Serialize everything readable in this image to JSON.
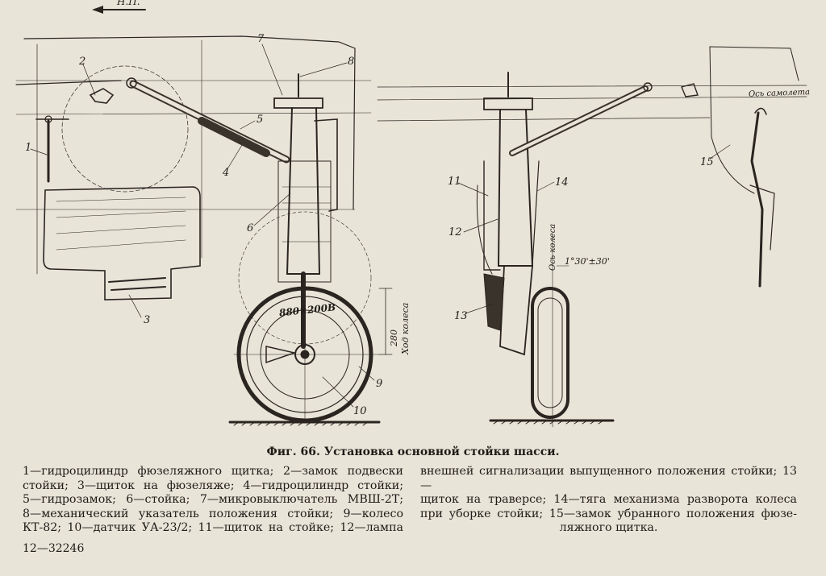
{
  "figure": {
    "direction_label": "Н.П.",
    "caption": "Фиг. 66. Установка основной стойки шасси.",
    "callouts": [
      "1",
      "2",
      "3",
      "4",
      "5",
      "6",
      "7",
      "8",
      "9",
      "10",
      "11",
      "12",
      "13",
      "14",
      "15"
    ],
    "wheel_marking": "880×200В",
    "stroke_dimension": "280",
    "stroke_label": "Ход колеса",
    "wheel_axis_label": "Ось колеса",
    "tilt_angle": "1°30'±30'",
    "aircraft_axis_label": "Ось самолета"
  },
  "legend": {
    "left_lines": [
      "1—гидроцилиндр фюзеляжного щитка; 2—замок подвески",
      "стойки; 3—щиток на фюзеляже; 4—гидроцилиндр стойки;",
      "5—гидрозамок; 6—стойка; 7—микровыключатель МВШ-2Т;",
      "8—механический указатель положения стойки; 9—колесо",
      "КТ-82; 10—датчик УА-23/2; 11—щиток на стойке; 12—лампа"
    ],
    "right_lines": [
      "внешней сигнализации выпущенного положения стойки; 13—",
      "щиток на траверсе; 14—тяга механизма разворота колеса",
      "при уборке стойки; 15—замок убранного положения фюзе-",
      "ляжного щитка."
    ]
  },
  "page_number": "12—32246"
}
